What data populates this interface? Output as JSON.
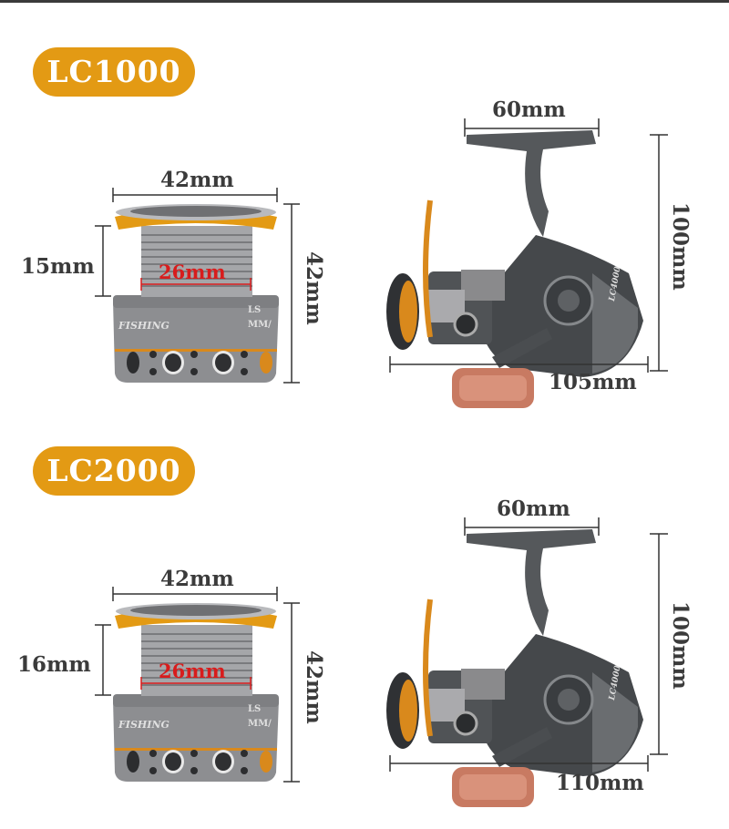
{
  "sections": [
    {
      "model": "LC1000",
      "spool": {
        "width": "42mm",
        "depth": "15mm",
        "inner": "26mm",
        "height": "42mm"
      },
      "reel": {
        "handle": "60mm",
        "height": "100mm",
        "length": "105mm",
        "label": "LC4000"
      }
    },
    {
      "model": "LC2000",
      "spool": {
        "width": "42mm",
        "depth": "16mm",
        "inner": "26mm",
        "height": "42mm"
      },
      "reel": {
        "handle": "60mm",
        "height": "100mm",
        "length": "110mm",
        "label": "LC4000"
      }
    }
  ],
  "spool_text": {
    "brand": "FISHING",
    "code_top": "LS",
    "code_bottom": "MM/"
  },
  "colors": {
    "badge": "#e39a14",
    "orange": "#d9891c",
    "metal": "#8a8a8c",
    "dark": "#3c3e40",
    "handle": "#c87a62",
    "red": "#d81c1c"
  }
}
